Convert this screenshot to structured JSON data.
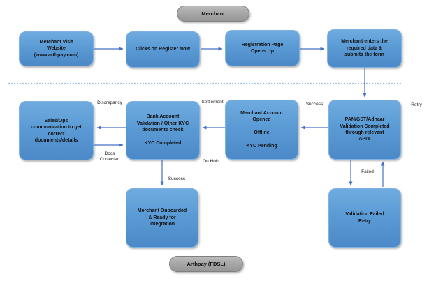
{
  "diagram": {
    "lanes": {
      "top_pill": "Merchant",
      "bottom_pill": "Arthpay (FDSL)"
    },
    "nodes": {
      "visit_website": "Merchant Visit\nWebsite\n(www.arthpay.com)",
      "clicks_register": "Clicks on Register Now",
      "registration_page": "Registration Page\nOpens Up",
      "enters_data": "Merchant enters the\nrequired data &\nsubmits the form",
      "sales_ops": "Sales/Ops\ncommunication to get\ncorrect\ndocuments/details",
      "kyc_check": "Bank Account\nValidation / Other KYC\ndocuments check\n\nKYC Completed",
      "account_opened": "Merchant Account\nOpened\n\nOffline\n\nKYC Pending",
      "pan_validation": "PAN/GST/Adhaar\nValidation Completed\nthrough relevant\nAPI’s",
      "onboarded": "Merchant Onboarded\n& Ready for\nIntegration",
      "validation_failed": "Validation Failed\nRetry"
    },
    "edge_labels": {
      "discrepancy": "Discrepancy",
      "settlement": "Settlement",
      "success_validation": "Success",
      "retry": "Retry",
      "docs_corrected": "Docs\nCorrected",
      "on_hold": "On Hold",
      "success_kyc": "Success",
      "failed": "Failed"
    },
    "colors": {
      "node_fill": "#5B9BD5",
      "pill_fill": "#A6A6A6",
      "arrow": "#4472C4",
      "divider": "#9DC3E6"
    }
  }
}
